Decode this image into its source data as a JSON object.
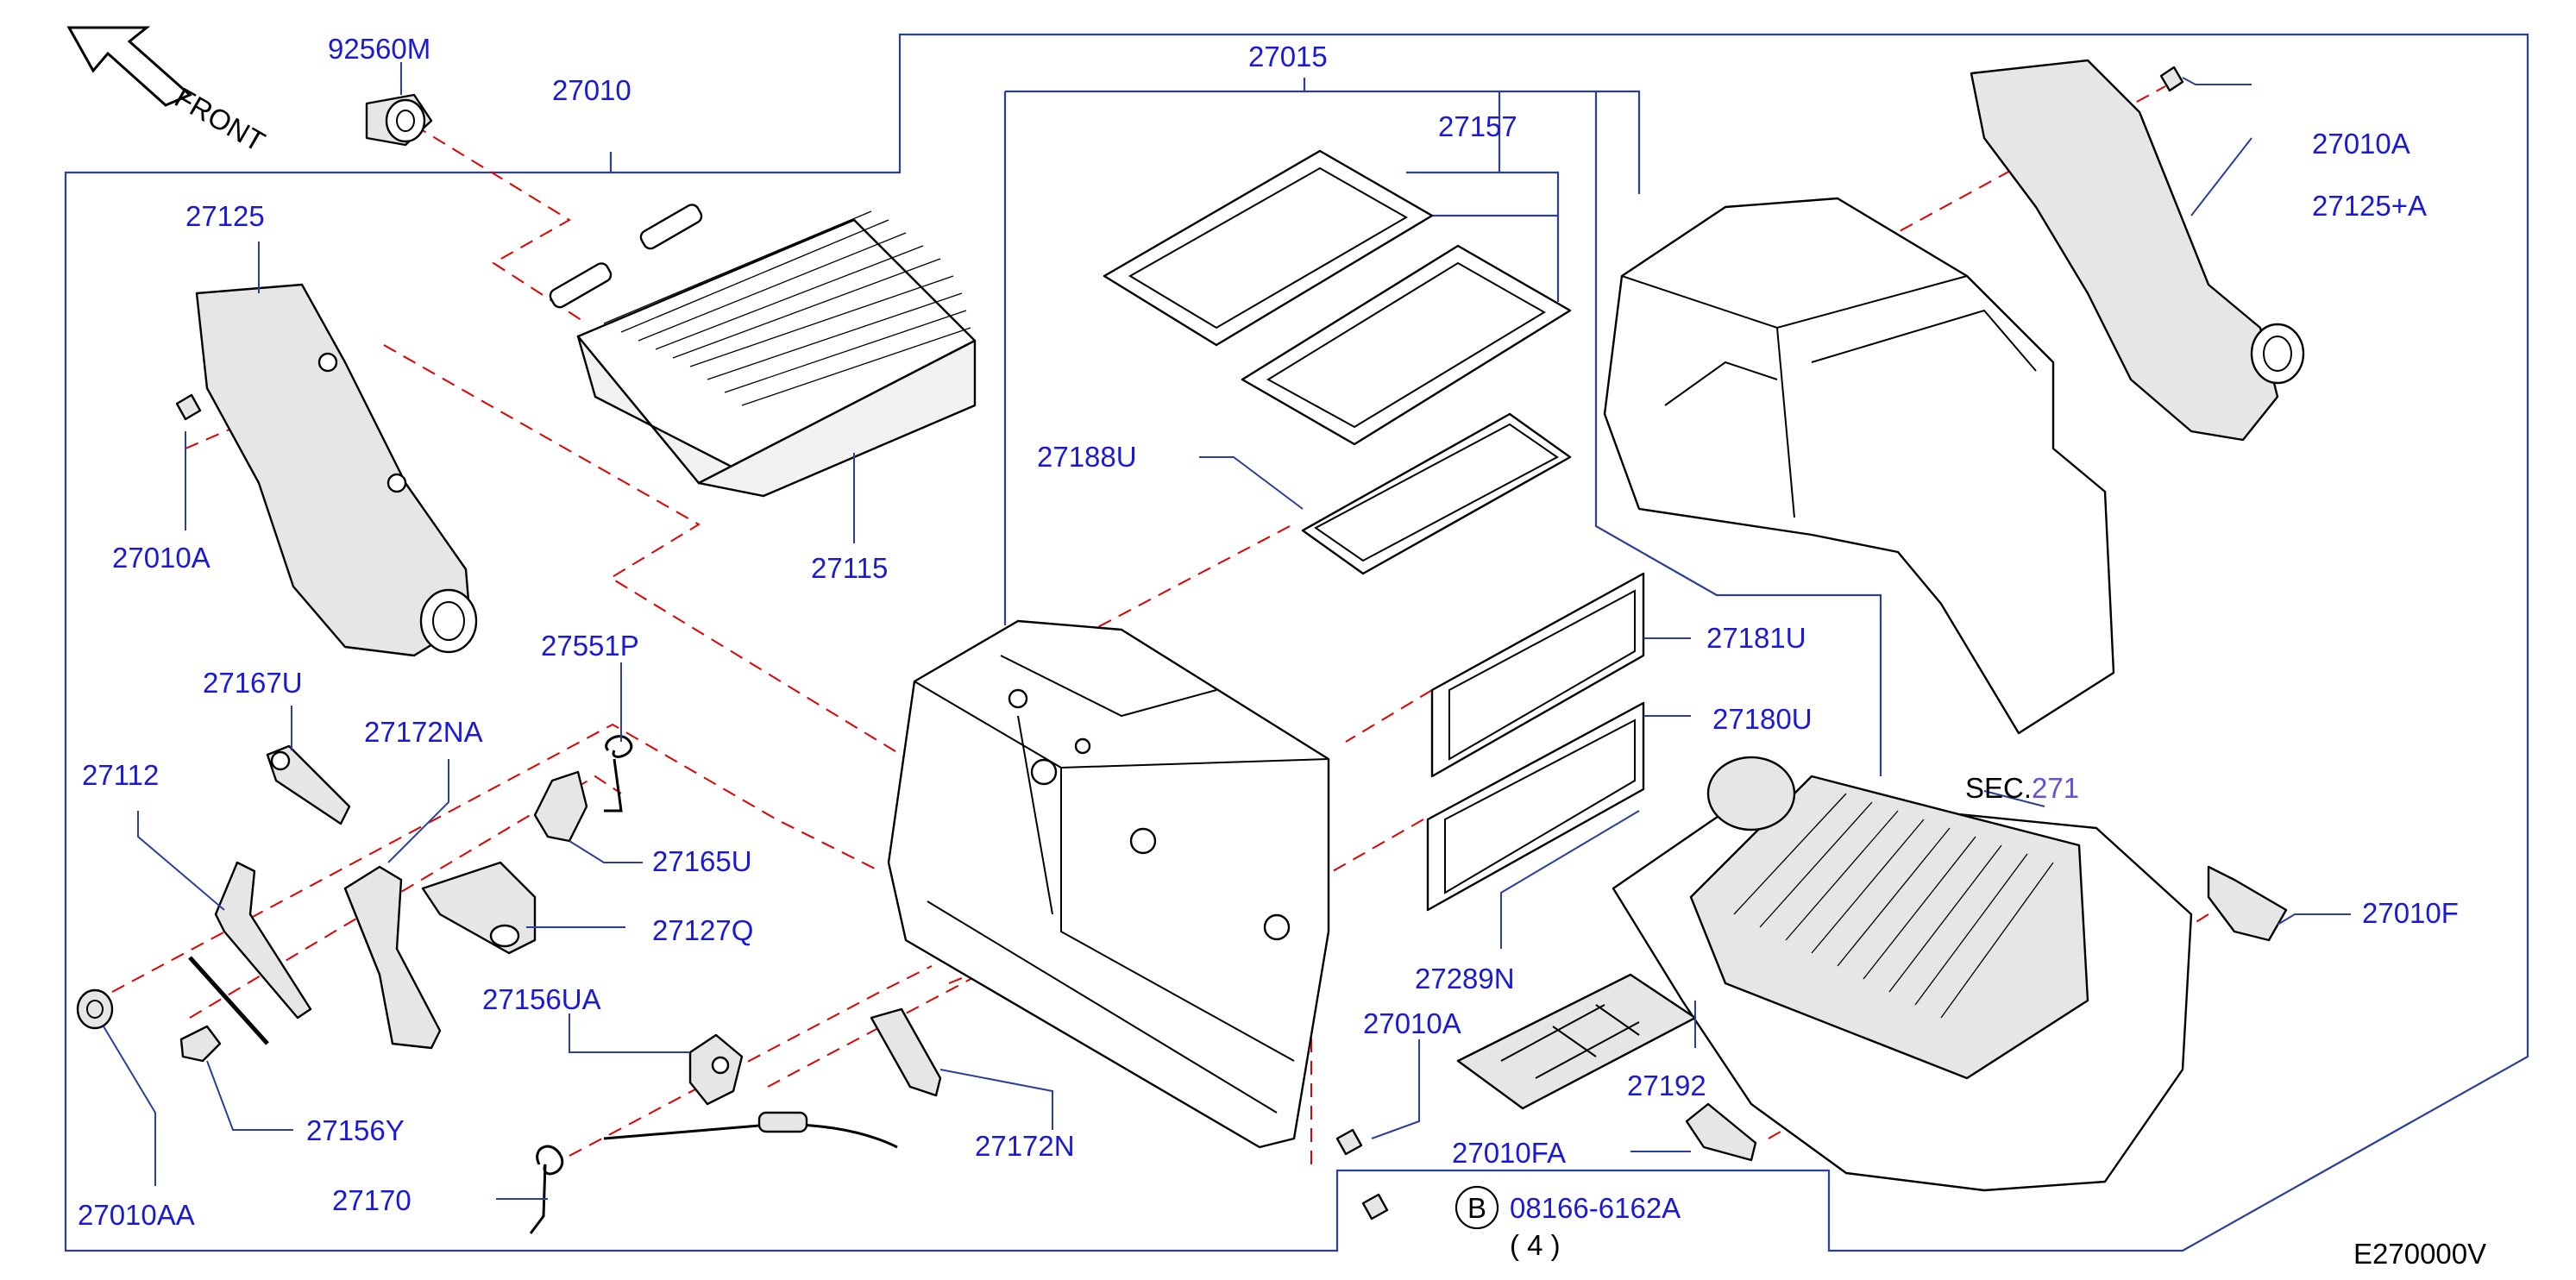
{
  "front_label": "FRONT",
  "section_ref": {
    "prefix": "SEC.",
    "number": "271"
  },
  "diagram_code": "E270000V",
  "bolt_badge": "B",
  "bolt_spec": "08166-6162A",
  "bolt_qty": "( 4 )",
  "parts": [
    "92560M",
    "27010",
    "27015",
    "27157",
    "27010A",
    "27125+A",
    "27125",
    "27010A",
    "27115",
    "27188U",
    "27181U",
    "27180U",
    "27551P",
    "27167U",
    "27172NA",
    "27112",
    "27165U",
    "27127Q",
    "27156UA",
    "27289N",
    "27010F",
    "27010A",
    "27192",
    "27010FA",
    "27156Y",
    "27170",
    "27172N",
    "27010AA"
  ],
  "colors": {
    "label": "#1a1ad6",
    "frame": "#2a3f9a",
    "dashed_line": "#e00000",
    "section_number": "#6a4fd0"
  }
}
